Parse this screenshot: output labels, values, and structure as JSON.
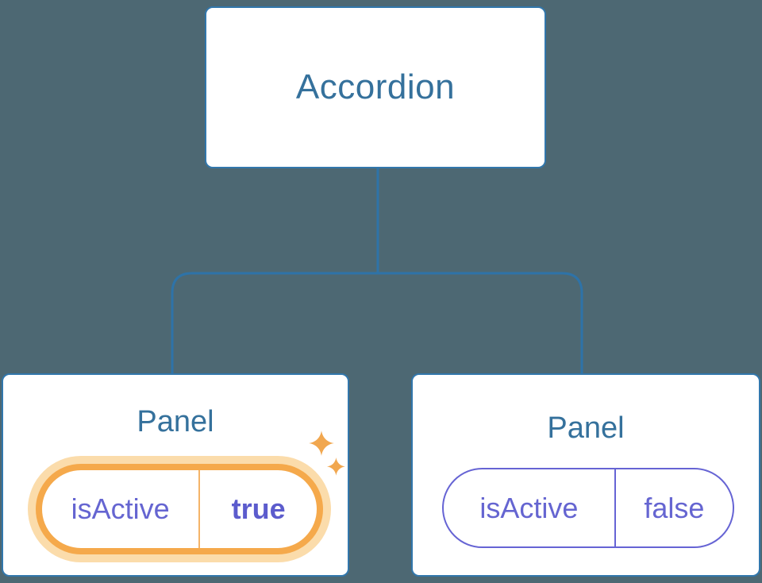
{
  "colors": {
    "background": "#4d6873",
    "node_fill": "#ffffff",
    "node_border": "#3277ac",
    "node_title": "#35719c",
    "connector": "#2e73a8",
    "state_text": "#6565d1",
    "state_value_active": "#5c5ccd",
    "state_pill_border": "#6664d4",
    "highlight": "#f5a94b",
    "highlight_glow": "#fbdcab",
    "highlight_divider": "#f4b468",
    "sparkle": "#f1a74f"
  },
  "tree": {
    "root": {
      "label": "Accordion"
    },
    "children": [
      {
        "label": "Panel",
        "highlighted": true,
        "state": {
          "name": "isActive",
          "value": "true"
        }
      },
      {
        "label": "Panel",
        "highlighted": false,
        "state": {
          "name": "isActive",
          "value": "false"
        }
      }
    ]
  }
}
